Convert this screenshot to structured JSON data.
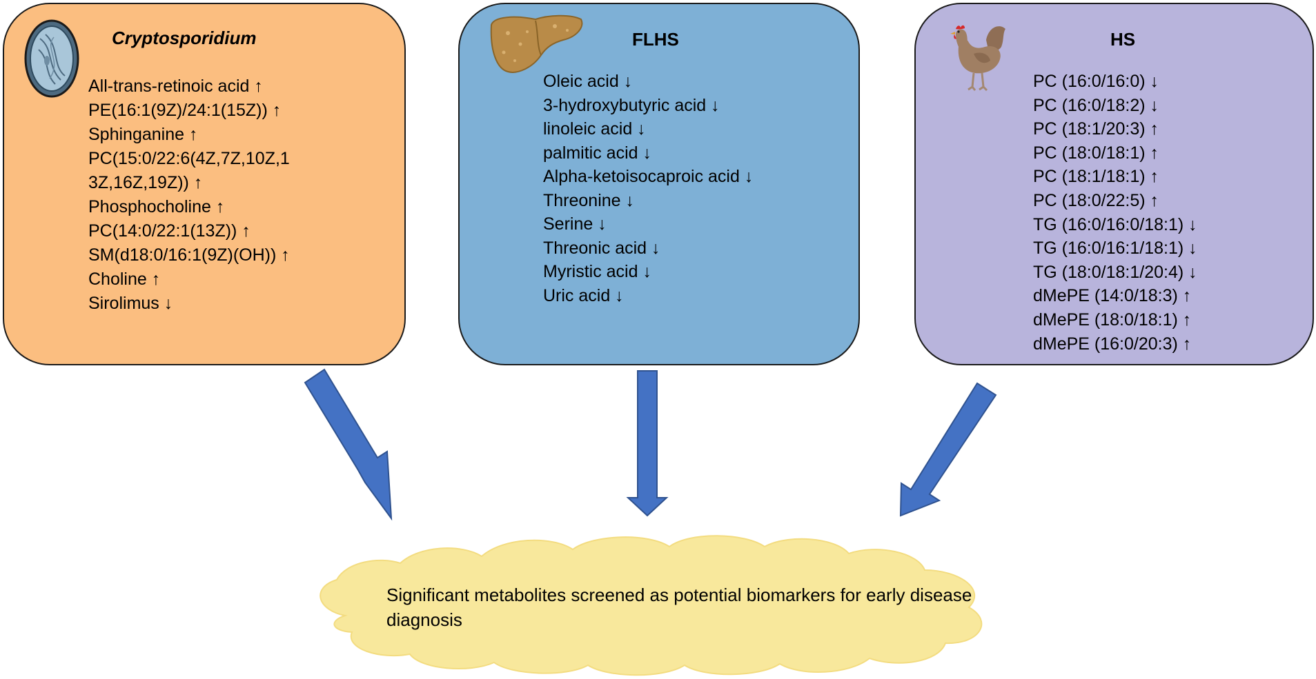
{
  "colors": {
    "cryptosporidium_panel": "#fbbe80",
    "flhs_panel": "#7eb0d6",
    "hs_panel": "#b8b4dc",
    "arrow_fill": "#4472c4",
    "cloud_fill": "#f8e89c",
    "border": "#1a1a1a"
  },
  "panels": {
    "cryptosporidium": {
      "title": "Cryptosporidium",
      "icon": "oocyst-icon",
      "items": [
        "All-trans-retinoic acid ↑",
        "PE(16:1(9Z)/24:1(15Z)) ↑",
        "Sphinganine ↑",
        "PC(15:0/22:6(4Z,7Z,10Z,1",
        "3Z,16Z,19Z)) ↑",
        "Phosphocholine ↑",
        "PC(14:0/22:1(13Z)) ↑",
        "SM(d18:0/16:1(9Z)(OH)) ↑",
        "Choline ↑",
        "Sirolimus ↓"
      ]
    },
    "flhs": {
      "title": "FLHS",
      "icon": "liver-icon",
      "items": [
        "Oleic acid ↓",
        "3-hydroxybutyric acid ↓",
        "linoleic acid ↓",
        "palmitic acid ↓",
        "Alpha-ketoisocaproic acid ↓",
        "Threonine ↓",
        "Serine ↓",
        "Threonic acid ↓",
        "Myristic acid ↓",
        "Uric acid ↓"
      ]
    },
    "hs": {
      "title": "HS",
      "icon": "chicken-icon",
      "items": [
        "PC (16:0/16:0) ↓",
        "PC (16:0/18:2) ↓",
        "PC (18:1/20:3) ↑",
        "PC (18:0/18:1) ↑",
        "PC (18:1/18:1) ↑",
        "PC (18:0/22:5) ↑",
        "TG (16:0/16:0/18:1) ↓",
        "TG (16:0/16:1/18:1) ↓",
        "TG (18:0/18:1/20:4) ↓",
        "dMePE (14:0/18:3) ↑",
        "dMePE (18:0/18:1) ↑",
        "dMePE (16:0/20:3) ↑"
      ]
    }
  },
  "conclusion": {
    "text": "Significant metabolites screened as potential biomarkers for early disease diagnosis"
  }
}
